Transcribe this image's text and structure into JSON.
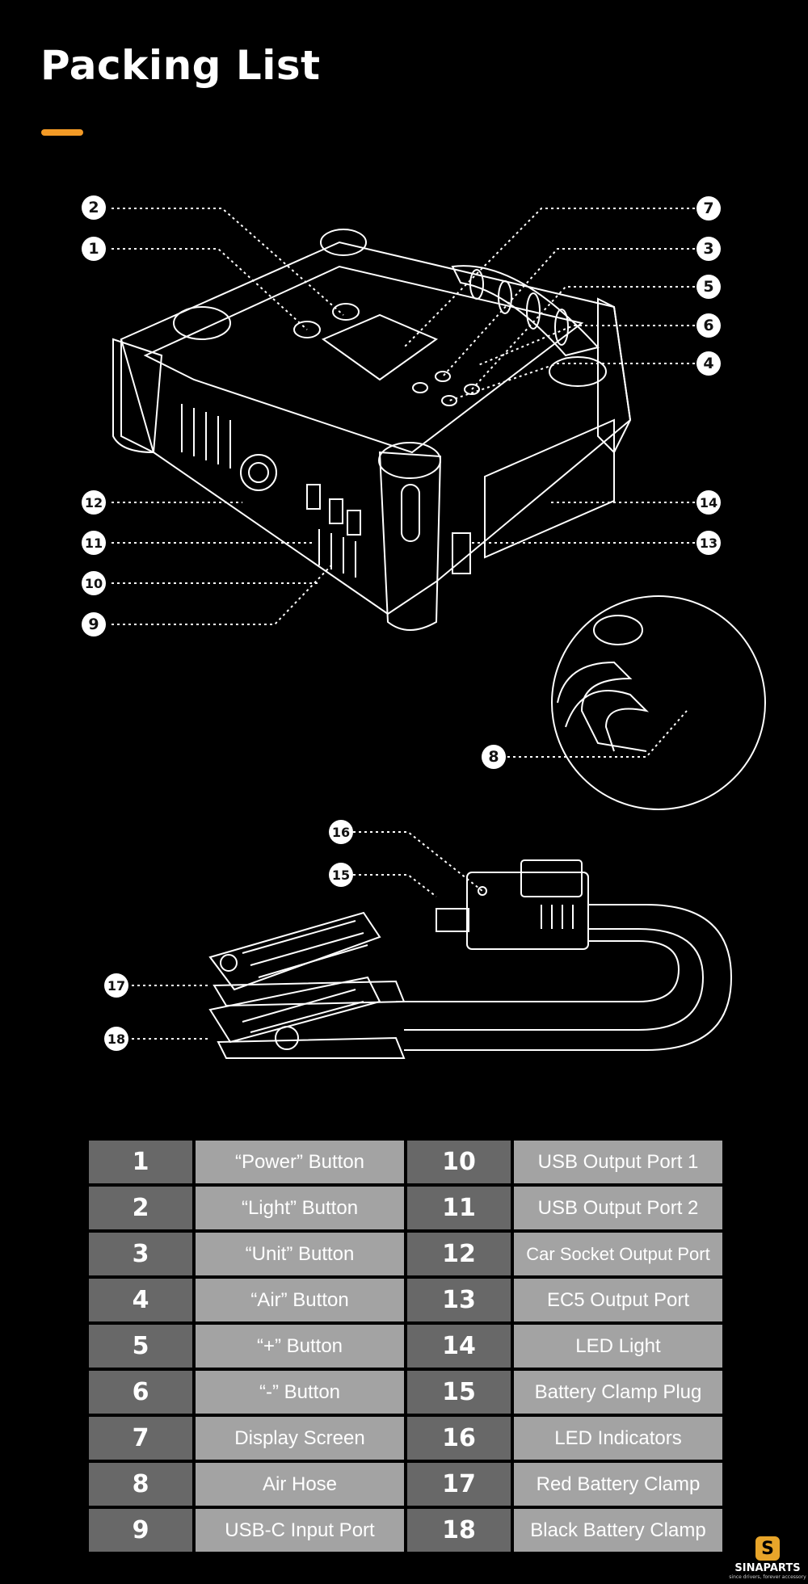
{
  "title": "Packing List",
  "colors": {
    "accent": "#f39a26",
    "num_cell": "#686868",
    "label_cell": "#a3a3a3"
  },
  "callouts": [
    "1",
    "2",
    "3",
    "4",
    "5",
    "6",
    "7",
    "8",
    "9",
    "10",
    "11",
    "12",
    "13",
    "14",
    "15",
    "16",
    "17",
    "18"
  ],
  "table": {
    "rows": [
      {
        "n1": "1",
        "l1": "“Power” Button",
        "n2": "10",
        "l2": "USB Output Port 1"
      },
      {
        "n1": "2",
        "l1": "“Light” Button",
        "n2": "11",
        "l2": "USB Output Port 2"
      },
      {
        "n1": "3",
        "l1": "“Unit” Button",
        "n2": "12",
        "l2": "Car Socket Output Port"
      },
      {
        "n1": "4",
        "l1": "“Air” Button",
        "n2": "13",
        "l2": "EC5 Output Port"
      },
      {
        "n1": "5",
        "l1": "“+” Button",
        "n2": "14",
        "l2": "LED Light"
      },
      {
        "n1": "6",
        "l1": "“-” Button",
        "n2": "15",
        "l2": "Battery Clamp Plug"
      },
      {
        "n1": "7",
        "l1": "Display Screen",
        "n2": "16",
        "l2": "LED Indicators"
      },
      {
        "n1": "8",
        "l1": "Air Hose",
        "n2": "17",
        "l2": "Red Battery Clamp"
      },
      {
        "n1": "9",
        "l1": "USB-C Input Port",
        "n2": "18",
        "l2": "Black Battery Clamp"
      }
    ]
  },
  "logo": {
    "mark": "S",
    "name": "SINAPARTS",
    "tagline": "since drivers, forever accessory"
  }
}
